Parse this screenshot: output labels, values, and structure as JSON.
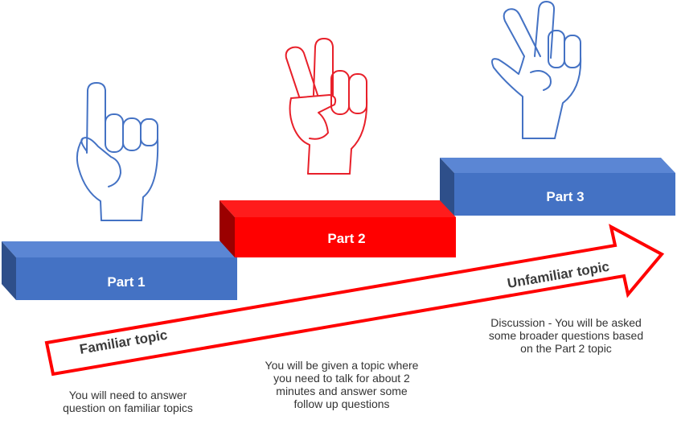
{
  "colors": {
    "part1": "#4472c4",
    "part2": "#ff0000",
    "part3": "#4472c4",
    "hand_part1": "#4472c4",
    "hand_part2": "#e8202a",
    "hand_part3": "#4472c4",
    "arrow_outline": "#ff0000",
    "text": "#333333"
  },
  "parts": [
    {
      "label": "Part 1",
      "hand_icon": "one-finger-hand-icon",
      "description": [
        "You will need to answer",
        "question on familiar topics"
      ]
    },
    {
      "label": "Part 2",
      "hand_icon": "two-finger-peace-hand-icon",
      "description": [
        "You will be given a topic where",
        "you need to talk for about 2",
        "minutes and answer some",
        "follow up questions"
      ]
    },
    {
      "label": "Part 3",
      "hand_icon": "three-finger-ok-hand-icon",
      "description": [
        "Discussion - You will be asked",
        "some broader questions based",
        "on the Part 2 topic"
      ]
    }
  ],
  "arrow": {
    "start_label": "Familiar topic",
    "end_label": "Unfamiliar topic"
  }
}
